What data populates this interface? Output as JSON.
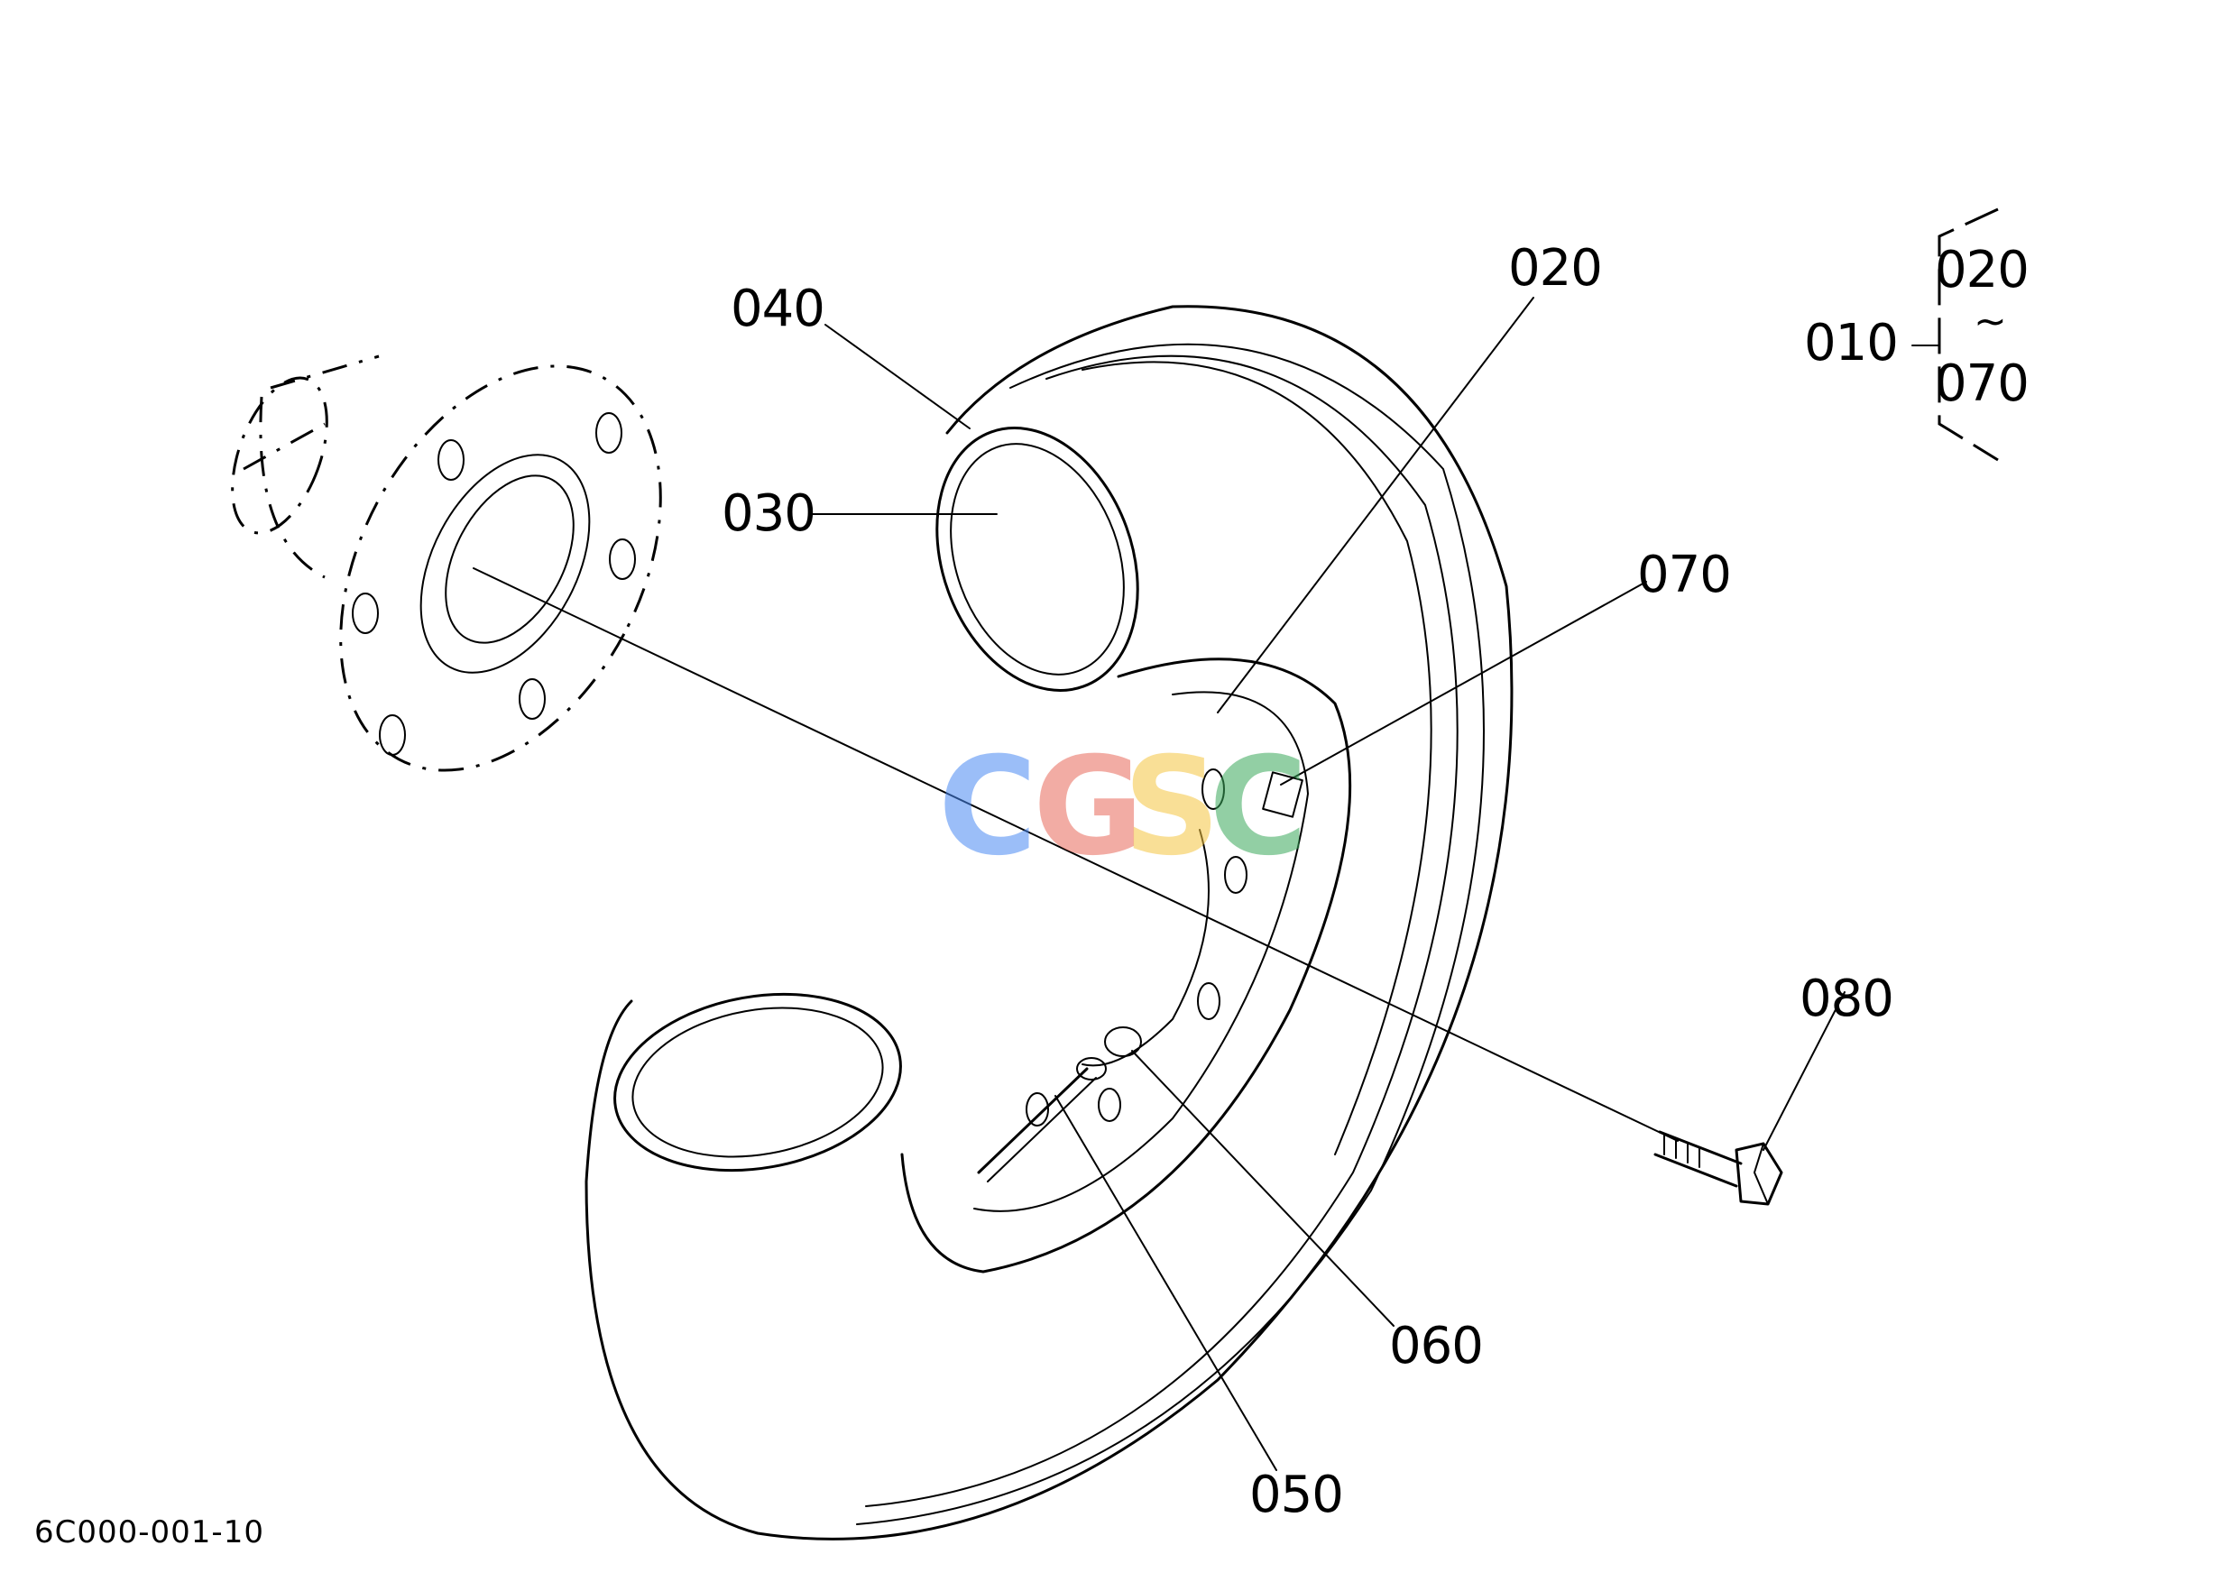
{
  "diagram": {
    "part_labels": {
      "p010": "010",
      "p020": "020",
      "p030": "030",
      "p040": "040",
      "p050": "050",
      "p060": "060",
      "p070": "070",
      "p080": "080"
    },
    "group_bracket": {
      "parent": "010",
      "range_start": "020",
      "range_separator": "~",
      "range_end": "070"
    },
    "drawing_number": "6C000-001-10"
  },
  "watermark": {
    "letters": [
      "C",
      "G",
      "S",
      "C"
    ],
    "colors": [
      "#4a8af4",
      "#e86a5a",
      "#f5c542",
      "#3aa85a"
    ]
  }
}
